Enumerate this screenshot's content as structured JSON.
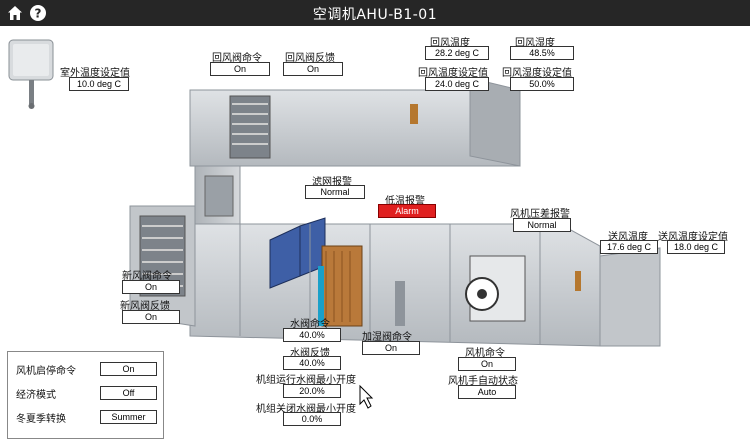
{
  "header": {
    "title": "空调机AHU-B1-01"
  },
  "icons": {
    "home": "home-icon",
    "help": "help-icon"
  },
  "outdoor_temp": {
    "label": "室外温度设定值",
    "value": "10.0 deg C"
  },
  "return_damper_cmd": {
    "label": "回风阀命令",
    "value": "On"
  },
  "return_damper_fb": {
    "label": "回风阀反馈",
    "value": "On"
  },
  "return_temp": {
    "label": "回风温度",
    "value": "28.2 deg C"
  },
  "return_humidity": {
    "label": "回风湿度",
    "value": "48.5%"
  },
  "return_temp_sp": {
    "label": "回风温度设定值",
    "value": "24.0 deg C"
  },
  "return_humidity_sp": {
    "label": "回风湿度设定值",
    "value": "50.0%"
  },
  "filter_alarm": {
    "label": "滤网报警",
    "value": "Normal"
  },
  "low_temp_alarm": {
    "label": "低温报警",
    "value": "Alarm"
  },
  "fan_pressure_alarm": {
    "label": "风机压差报警",
    "value": "Normal"
  },
  "supply_temp": {
    "label": "送风温度",
    "value": "17.6 deg C"
  },
  "supply_temp_sp": {
    "label": "送风温度设定值",
    "value": "18.0 deg C"
  },
  "fresh_damper_cmd": {
    "label": "新风阀命令",
    "value": "On"
  },
  "fresh_damper_fb": {
    "label": "新风阀反馈",
    "value": "On"
  },
  "water_valve_cmd": {
    "label": "水阀命令",
    "value": "40.0%"
  },
  "water_valve_fb": {
    "label": "水阀反馈",
    "value": "40.0%"
  },
  "valve_min_running": {
    "label": "机组运行水阀最小开度",
    "value": "20.0%"
  },
  "valve_min_stopped": {
    "label": "机组关闭水阀最小开度",
    "value": "0.0%"
  },
  "humidifier_cmd": {
    "label": "加湿阀命令",
    "value": "On"
  },
  "fan_cmd": {
    "label": "风机命令",
    "value": "On"
  },
  "fan_mode": {
    "label": "风机手自动状态",
    "value": "Auto"
  },
  "panel": {
    "start_stop": {
      "label": "风机启停命令",
      "value": "On"
    },
    "economy": {
      "label": "经济模式",
      "value": "Off"
    },
    "season": {
      "label": "冬夏季转换",
      "value": "Summer"
    }
  },
  "colors": {
    "titlebar": "#262626",
    "alarm": "#e02020",
    "duct": "#c9cdd2",
    "duct_dark": "#8e949b"
  }
}
